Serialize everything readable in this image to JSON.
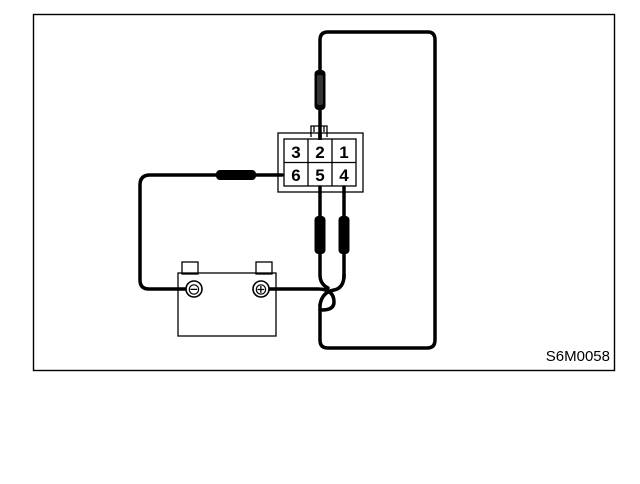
{
  "connector": {
    "pins_top": [
      "3",
      "2",
      "1"
    ],
    "pins_bottom": [
      "6",
      "5",
      "4"
    ]
  },
  "battery": {
    "negative_symbol": "⊖",
    "positive_symbol": "⊕"
  },
  "figure_id": "S6M0058"
}
